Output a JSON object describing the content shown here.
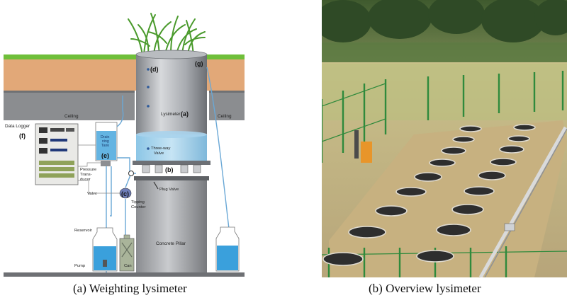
{
  "panel_a": {
    "caption": "(a)  Weighting  lysimeter",
    "labels": {
      "ceiling_left": "Ceiling",
      "ceiling_right": "Ceiling",
      "data_logger": "Data Logger",
      "marker_f": "(f)",
      "lysimeter": "Lysimeter",
      "marker_a": "(a)",
      "marker_d": "(d)",
      "marker_g": "(g)",
      "tank_line1": "Drain",
      "tank_line2": "ning",
      "tank_line3": "Tank",
      "marker_e": "(e)",
      "three_way_line1": "Three-way",
      "three_way_line2": "Valve",
      "pressure_line1": "Pressure",
      "pressure_line2": "Trans-",
      "pressure_line3": "ducer",
      "marker_b": "(b)",
      "plug_valve": "Plug Valve",
      "valve": "Valve",
      "marker_c": "(c)",
      "tipping_line1": "Tipping",
      "tipping_line2": "Counter",
      "reservoir": "Reservoir",
      "concrete_pillar": "Concrete Pillar",
      "pump": "Pump",
      "can": "Can"
    }
  },
  "panel_b": {
    "caption": "(b)  Overview  lysimeter"
  },
  "colors": {
    "grass": "#6fbf3a",
    "soil": "#e2a878",
    "ceiling": "#8b8d90",
    "cylinder": "#a9abb0",
    "water": "#3aa0dc",
    "field": "#c6b48a",
    "fence": "#2f8a3c"
  }
}
